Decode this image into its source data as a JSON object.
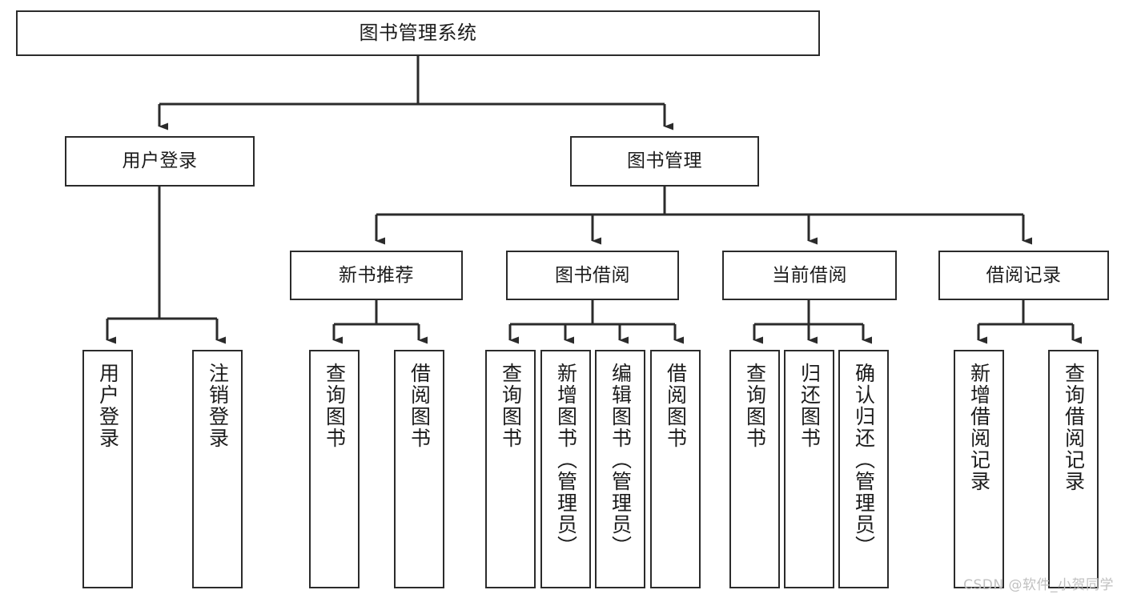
{
  "diagram": {
    "type": "tree",
    "title": "图书管理系统",
    "orientation": "top-down",
    "stroke_color": "#2b2b2b",
    "background_color": "#ffffff",
    "text_color": "#1c1c1c"
  },
  "levels": {
    "root": {
      "label": "图书管理系统"
    },
    "level2": [
      {
        "label": "用户登录"
      },
      {
        "label": "图书管理"
      }
    ],
    "level3": [
      {
        "label": "新书推荐"
      },
      {
        "label": "图书借阅"
      },
      {
        "label": "当前借阅"
      },
      {
        "label": "借阅记录"
      }
    ],
    "leaves": {
      "user_login": [
        {
          "label": "用户登录"
        },
        {
          "label": "注销登录"
        }
      ],
      "new_book_recommend": [
        {
          "label": "查询图书"
        },
        {
          "label": "借阅图书"
        }
      ],
      "book_borrow": [
        {
          "label": "查询图书"
        },
        {
          "label": "新增图书（管理员）"
        },
        {
          "label": "编辑图书（管理员）"
        },
        {
          "label": "借阅图书"
        }
      ],
      "current_borrow": [
        {
          "label": "查询图书"
        },
        {
          "label": "归还图书"
        },
        {
          "label": "确认归还（管理员）"
        }
      ],
      "borrow_record": [
        {
          "label": "新增借阅记录"
        },
        {
          "label": "查询借阅记录"
        }
      ]
    }
  },
  "watermark": {
    "text": "CSDN @软件_小贺同学",
    "color": "#c0c0c0"
  }
}
